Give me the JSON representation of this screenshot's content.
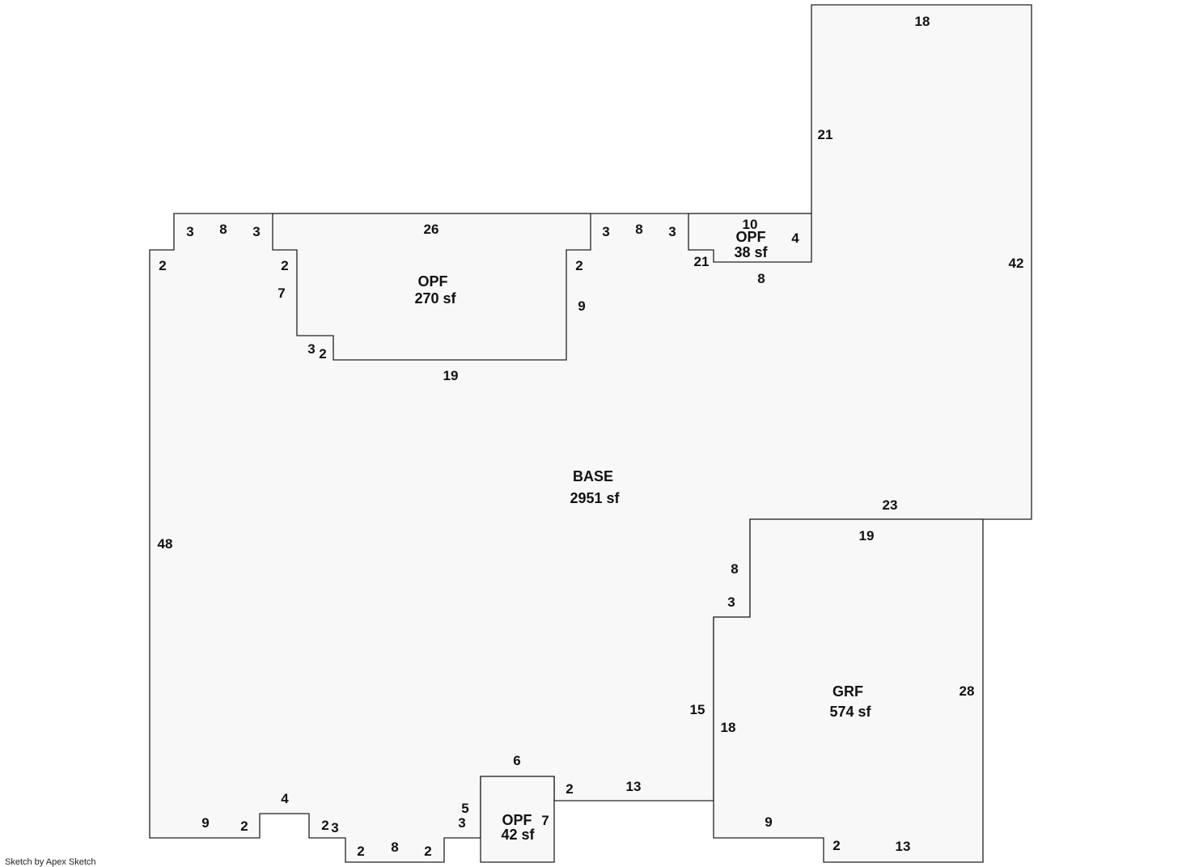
{
  "credit": "Sketch by Apex Sketch",
  "areas": {
    "base": {
      "label": "BASE",
      "size": "2951 sf"
    },
    "opf_main": {
      "label": "OPF",
      "size": "270 sf"
    },
    "opf_small": {
      "label": "OPF",
      "size": "38 sf"
    },
    "opf_bottom": {
      "label": "OPF",
      "size": "42 sf"
    },
    "grf": {
      "label": "GRF",
      "size": "574 sf"
    }
  },
  "dimensions": {
    "top_right_width": "18",
    "top_right_left": "21",
    "right_side": "42",
    "left_side": "48",
    "top_left_a": "3",
    "top_left_b": "8",
    "top_left_c": "3",
    "top_left_step": "2",
    "opf_top": "26",
    "opf_left_step": "2",
    "opf_left": "7",
    "opf_notch_a": "3",
    "opf_notch_b": "2",
    "opf_bottom": "19",
    "opf_right_step": "2",
    "opf_right": "9",
    "top_mid_a": "3",
    "top_mid_b": "8",
    "top_mid_c": "3",
    "small_opf_top": "10",
    "small_opf_side": "4",
    "small_opf_notch": "21",
    "small_opf_bottom": "8",
    "base_right_bottom": "23",
    "grf_top": "19",
    "grf_step_a": "8",
    "grf_step_b": "3",
    "grf_left": "15",
    "grf_inner_left": "18",
    "grf_right": "28",
    "grf_bottom_a": "9",
    "grf_bottom_b": "2",
    "grf_bottom_c": "13",
    "opf_bottom_top": "6",
    "opf_bottom_right": "7",
    "base_bottom_step": "2",
    "base_bottom_run": "13",
    "bl_a": "9",
    "bl_b": "2",
    "bl_c": "4",
    "bl_d": "2",
    "bl_e": "3",
    "bl_f": "2",
    "bl_g": "8",
    "bl_h": "2",
    "bl_i": "5",
    "bl_j": "3"
  }
}
